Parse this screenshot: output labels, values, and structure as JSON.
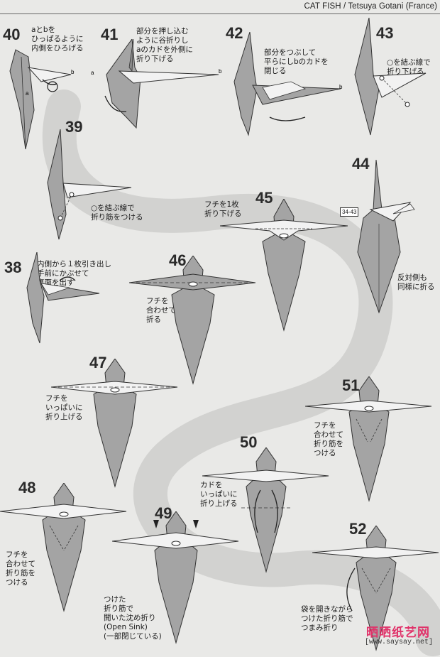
{
  "header": {
    "title": "CAT FISH / Tetsuya Gotani (France)"
  },
  "steps": [
    {
      "id": "s40",
      "number": "40",
      "text": "aとbを\nひっぱるように\n内側をひろげる",
      "labels": [
        "a",
        "b"
      ]
    },
    {
      "id": "s41",
      "number": "41",
      "text": "部分を押し込む\nように谷折りし\naのカドを外側に\n折り下げる",
      "labels": [
        "a",
        "b"
      ]
    },
    {
      "id": "s42",
      "number": "42",
      "text": "部分をつぶして\n平らにしbのカドを\n閉じる",
      "labels": [
        "b"
      ]
    },
    {
      "id": "s43",
      "number": "43",
      "text": "○を結ぶ線で\n折り下げる"
    },
    {
      "id": "s39",
      "number": "39",
      "text": "○を結ぶ線で\n折り筋をつける"
    },
    {
      "id": "s44",
      "number": "44",
      "text": "反対側も\n同様に折る",
      "ref": "34-43"
    },
    {
      "id": "s45",
      "number": "45",
      "text": "フチを1枚\n折り下げる"
    },
    {
      "id": "s38",
      "number": "38",
      "text": "内側から１枚引き出し\n手前にかぶせて\n裏面を出す"
    },
    {
      "id": "s46",
      "number": "46",
      "text": "フチを\n合わせて\n折る"
    },
    {
      "id": "s47",
      "number": "47",
      "text": "フチを\nいっぱいに\n折り上げる"
    },
    {
      "id": "s51",
      "number": "51",
      "text": "フチを\n合わせて\n折り筋を\nつける"
    },
    {
      "id": "s50",
      "number": "50",
      "text": "カドを\nいっぱいに\n折り上げる"
    },
    {
      "id": "s48",
      "number": "48",
      "text": "フチを\n合わせて\n折り筋を\nつける"
    },
    {
      "id": "s49",
      "number": "49",
      "text": "つけた\n折り筋で\n開いた沈め折り\n(Open Sink)\n(一部閉じている)"
    },
    {
      "id": "s52",
      "number": "52",
      "text": "袋を開きながら\nつけた折り筋で\nつまみ折り"
    }
  ],
  "watermark": {
    "site": "晒晒纸艺网",
    "url": "[www.saysay.net]"
  },
  "colors": {
    "paper": "#e9e9e7",
    "model_gray": "#a4a4a4",
    "model_dark": "#8a8a8a",
    "model_light": "#f2f2f2",
    "curve": "#d2d2d0",
    "watermark": "#e0336a"
  }
}
